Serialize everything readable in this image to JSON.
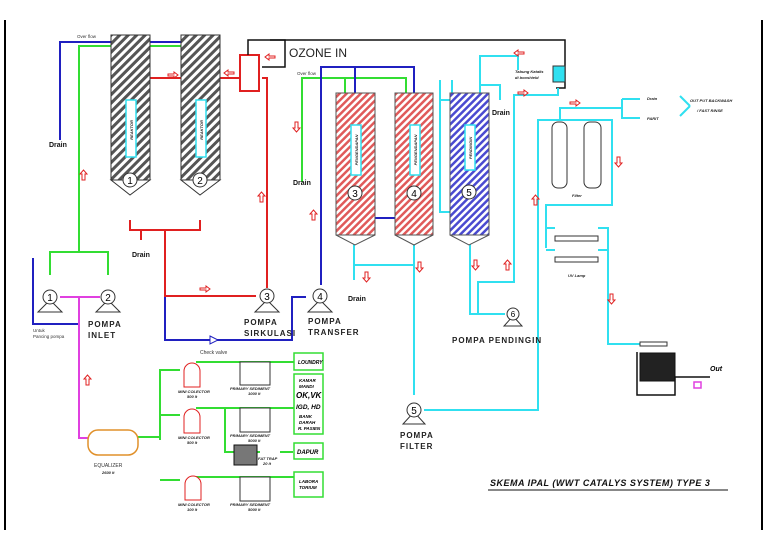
{
  "title": "SKEMA IPAL (WWT CATALYS SYSTEM) TYPE 3",
  "ozone_in": "OZONE IN",
  "overflow_1": "Over flow",
  "overflow_2": "Over flow",
  "drain": "Drain",
  "reactors": [
    {
      "label": "REAKTOR",
      "number": "1"
    },
    {
      "label": "REAKTOR",
      "number": "2"
    }
  ],
  "tanks": [
    {
      "label": "PENGENDAPAN",
      "number": "3",
      "color": "#e05a5a"
    },
    {
      "label": "PENGENDAPAN",
      "number": "4",
      "color": "#e05a5a"
    },
    {
      "label": "PENDINGIN",
      "number": "5",
      "color": "#4a4ad0"
    }
  ],
  "pumps": {
    "p1": "1",
    "p2": "2",
    "p3": "3",
    "p4": "4",
    "p5": "5",
    "p6": "6",
    "inlet": [
      "POMPA",
      "INLET"
    ],
    "sirkulasi": [
      "POMPA",
      "SIRKULASI"
    ],
    "transfer": [
      "POMPA",
      "TRANSFER"
    ],
    "pendingin": "POMPA  PENDINGIN",
    "filter": [
      "POMPA",
      "FILTER"
    ]
  },
  "pancing": [
    "Untuk",
    "Pancing pompa"
  ],
  "check_valve": "Check valve",
  "tabung_katalis": [
    "Tabung Katalis",
    "di booshield"
  ],
  "filter_label": "Filter",
  "uv_lamp": "UV Lamp",
  "outputs": {
    "drain": "Drain",
    "parit": "PARIT",
    "text": [
      "OUT PUT BACKWASH",
      "/ FAST RINSE"
    ]
  },
  "out_label": "Out",
  "equalizer": {
    "label": "EQUALIZER",
    "volume": "2600 lt"
  },
  "mini_collectors": [
    {
      "label": "MINI COLECTOR",
      "volume": "500 lt"
    },
    {
      "label": "MINI COLECTOR",
      "volume": "500 lt"
    },
    {
      "label": "MINI COLECTOR",
      "volume": "100 lt"
    }
  ],
  "primary_sediments": [
    {
      "label": "PRIMARY SEDIMENT",
      "volume": "1000 lt"
    },
    {
      "label": "PRIMARY SEDIMENT",
      "volume": "5000 lt"
    },
    {
      "label": "PRIMARY SEDIMENT",
      "volume": "5000 lt"
    }
  ],
  "fat_trap": {
    "label": "FAT TRAP",
    "volume": "20 lt"
  },
  "sources": {
    "loundry": "LOUNDRY",
    "group": [
      "KAMAR",
      "MANDI",
      "OK,VK",
      "IGD, HD",
      "BANK",
      "DARAH",
      "R. PASIEN"
    ],
    "dapur": "DAPUR",
    "lab": [
      "LABORA",
      "TORIUM"
    ]
  },
  "colors": {
    "green": "#33dd33",
    "blue": "#2020c0",
    "red": "#e02020",
    "cyan": "#30e0f0",
    "magenta": "#e040e0"
  }
}
